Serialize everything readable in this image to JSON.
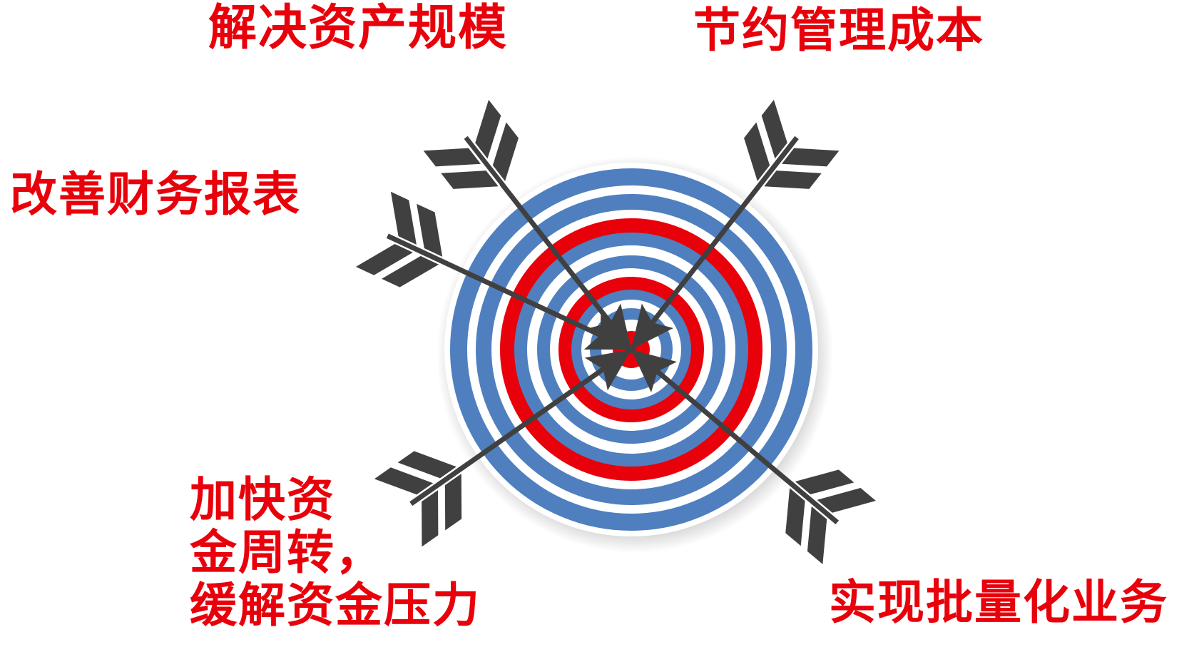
{
  "labels": {
    "top_left": "解决资产规模",
    "top_right": "节约管理成本",
    "left": "改善财务报表",
    "bottom_left_line1": "加快资",
    "bottom_left_line2": "金周转，",
    "bottom_left_line3": "缓解资金压力",
    "bottom_right": "实现批量化业务"
  },
  "colors": {
    "label_text": "#e8000b",
    "ring_blue": "#4f7fbf",
    "ring_red": "#e8000b",
    "ring_white": "#ffffff",
    "arrow": "#404040"
  },
  "icons": {
    "target": "target-icon",
    "arrow": "arrow-icon"
  }
}
